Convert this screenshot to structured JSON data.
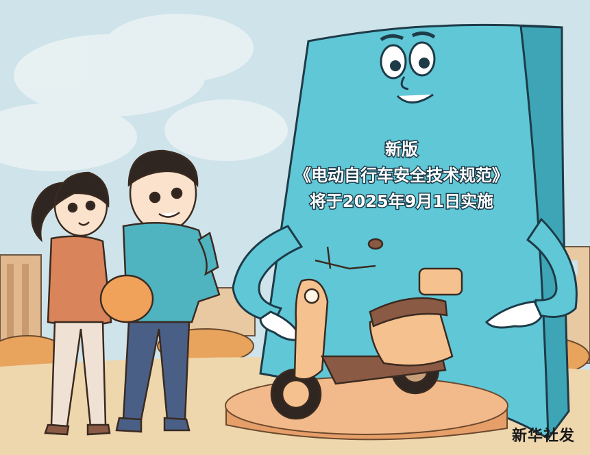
{
  "poster": {
    "line1": "新版",
    "line2": "《电动自行车安全技术规范》",
    "line3": "将于2025年9月1日实施"
  },
  "credit": "新华社发",
  "colors": {
    "sky": "#cfe3ea",
    "poster": "#5fc7d6",
    "ground": "#efd7ad",
    "platform": "#f2b98a",
    "scooter_body": "#f4c18f",
    "scooter_seat": "#8a5a44",
    "girl_jacket": "#d9845a",
    "boy_hoodie": "#4fb3c0",
    "boy_pants": "#4a5f86",
    "helmet": "#f0a15a"
  }
}
